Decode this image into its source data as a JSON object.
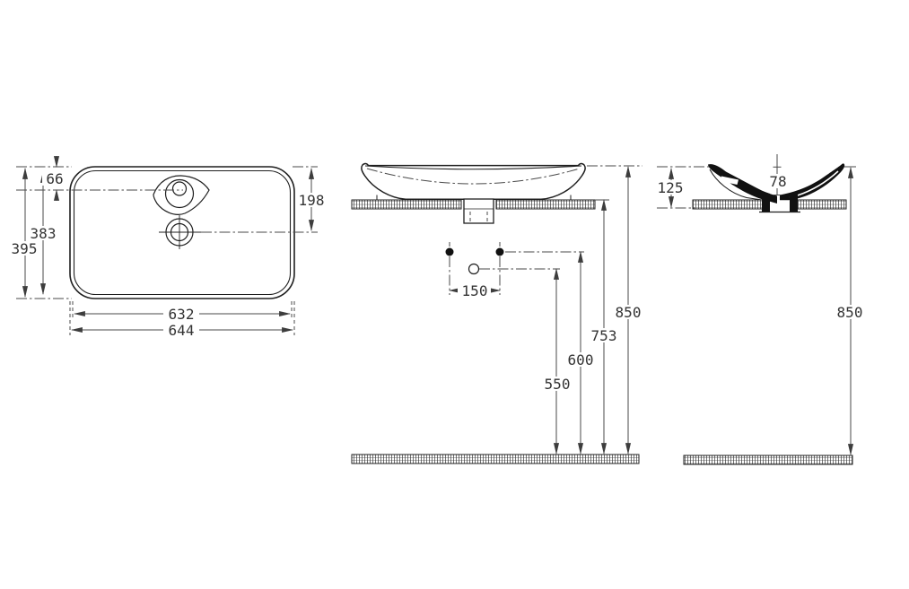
{
  "drawing": {
    "type": "technical-dimension-drawing",
    "subject": "countertop-washbasin",
    "background": "#ffffff",
    "line_color": "#1f1f1f",
    "dim_color": "#4a4a4a",
    "text_color": "#333333",
    "top_view": {
      "dim_hole_offset": "66",
      "dim_inner_height": "383",
      "dim_outer_height": "395",
      "dim_inner_width": "632",
      "dim_outer_width": "644",
      "dim_drain_offset": "198"
    },
    "front_view": {
      "dim_hole_spacing": "150",
      "dim_spout_height": "550",
      "dim_tap_height": "600",
      "dim_counter_height": "753",
      "dim_rim_height": "850"
    },
    "side_view": {
      "dim_bowl_depth": "78",
      "dim_basin_height": "125",
      "dim_rim_height": "850"
    }
  }
}
